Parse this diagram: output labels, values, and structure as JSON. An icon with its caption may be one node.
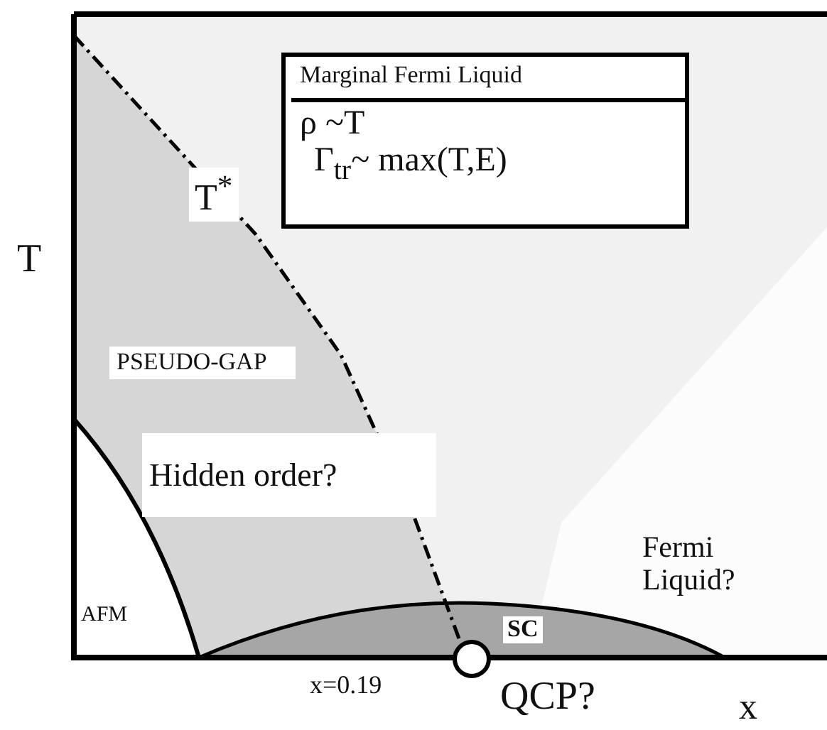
{
  "diagram": {
    "nodes": [
      {
        "text": [
          "Marginal Fermi Liquid",
          "ρ ~T",
          "Γ$_{tr}$~ max(T,E)"
        ]
      }
    ],
    "labels": [
      "T$^{*}$",
      "T",
      "PSEUDO-GAP",
      "Hidden order?",
      "Fermi Liquid?",
      "AFM",
      "SC",
      "x=0.19",
      "QCP?",
      "x"
    ]
  }
}
